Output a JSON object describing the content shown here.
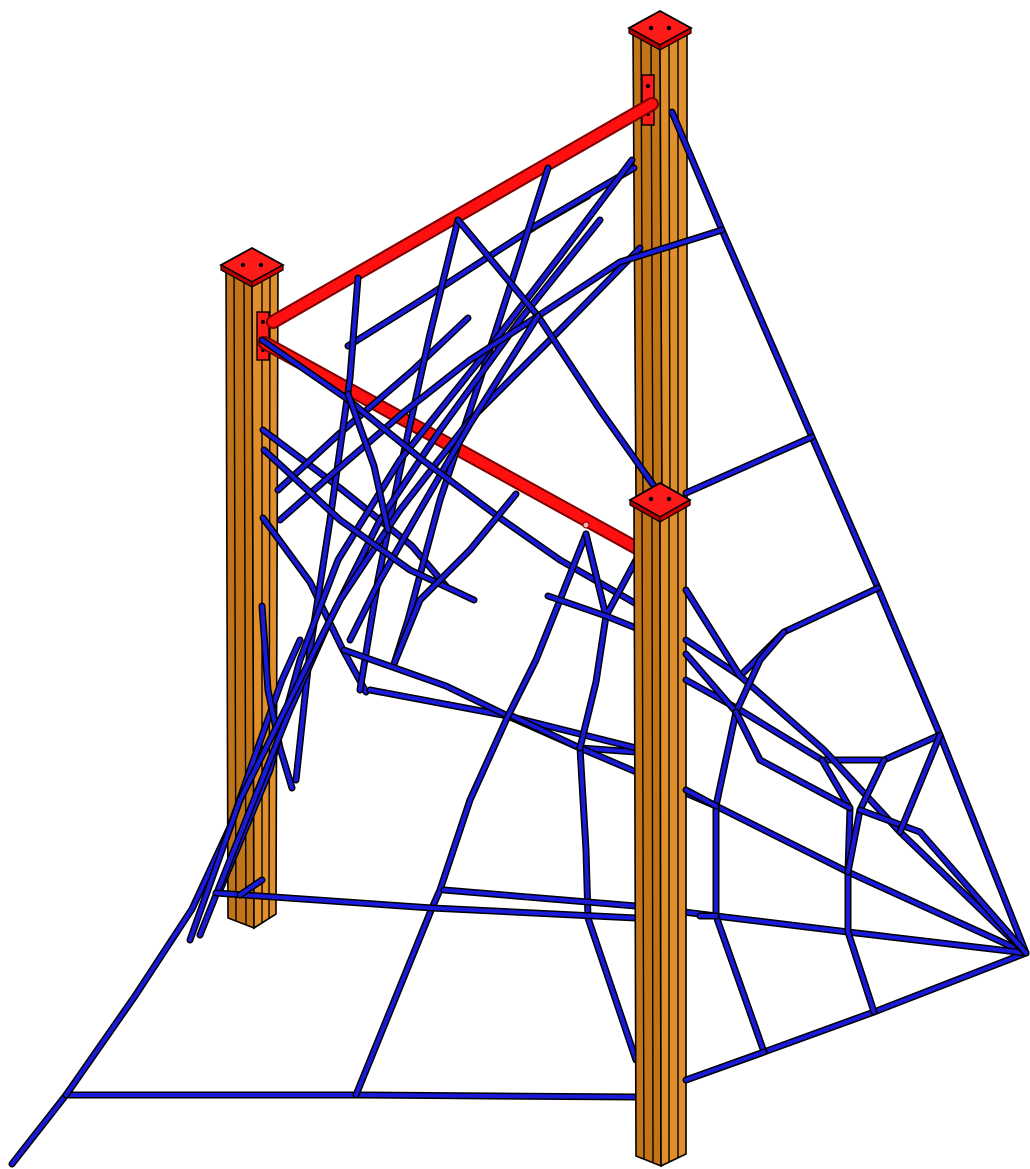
{
  "colors": {
    "rope": "#1a1adb",
    "rope_outline": "#000000",
    "bar": "#ff1010",
    "bar_outline": "#8a0000",
    "post_light": "#e08f2a",
    "post_mid": "#c27418",
    "post_dark": "#8a4d0c",
    "cap": "#ff1a1a",
    "background": "#ffffff"
  },
  "components": {
    "posts": [
      "back-left-post",
      "back-right-post",
      "front-right-post"
    ],
    "bars": [
      "upper-crossbar",
      "lower-crossbar"
    ],
    "net": "climbing-rope-net"
  }
}
